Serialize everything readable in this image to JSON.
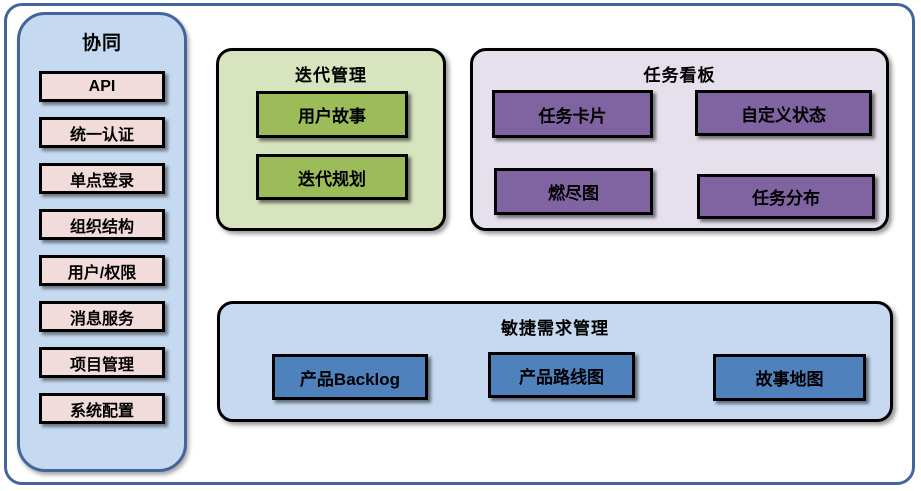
{
  "sidebar": {
    "title": "协同",
    "items": [
      "API",
      "统一认证",
      "单点登录",
      "组织结构",
      "用户/权限",
      "消息服务",
      "项目管理",
      "系统配置"
    ]
  },
  "panels": {
    "iteration": {
      "title": "迭代管理",
      "items": [
        "用户故事",
        "迭代规划"
      ]
    },
    "kanban": {
      "title": "任务看板",
      "items": [
        "任务卡片",
        "自定义状态",
        "燃尽图",
        "任务分布"
      ]
    },
    "agile": {
      "title": "敏捷需求管理",
      "items": [
        "产品Backlog",
        "产品路线图",
        "故事地图"
      ]
    }
  },
  "colors": {
    "frame_border": "#44659B",
    "sidebar_bg": "#C5D9F1",
    "sidebar_item_bg": "#F2DCDB",
    "iteration_panel_bg": "#D7E4BD",
    "iteration_item_bg": "#9CBB59",
    "kanban_panel_bg": "#E6E0EC",
    "kanban_item_bg": "#8064A2",
    "agile_panel_bg": "#C6D9F1",
    "agile_item_bg": "#4F81BD",
    "box_border": "#000000",
    "text": "#000000"
  }
}
